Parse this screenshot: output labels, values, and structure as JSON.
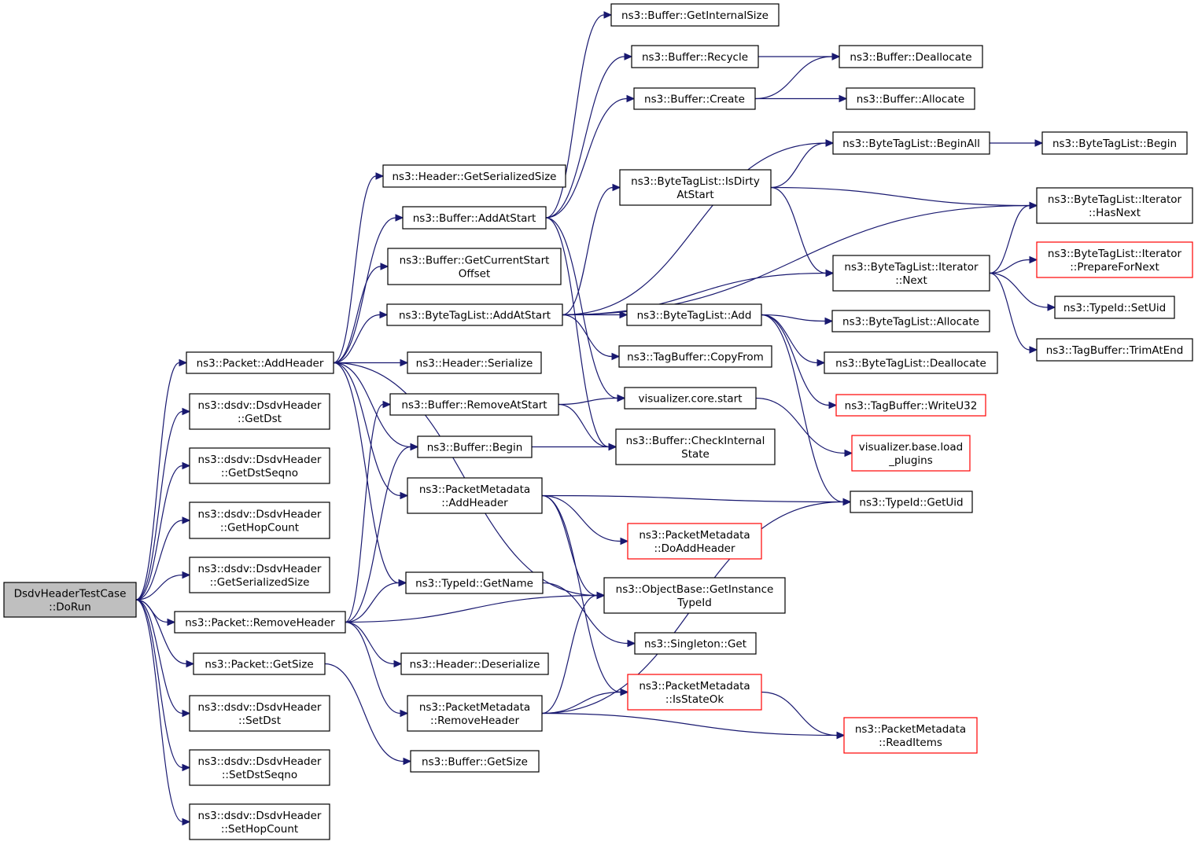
{
  "graph": {
    "nodes": [
      {
        "id": "root",
        "lines": [
          "DsdvHeaderTestCase",
          "::DoRun"
        ],
        "style": "root"
      },
      {
        "id": "addHeader",
        "lines": [
          "ns3::Packet::AddHeader"
        ]
      },
      {
        "id": "getDst",
        "lines": [
          "ns3::dsdv::DsdvHeader",
          "::GetDst"
        ]
      },
      {
        "id": "getDstSeqno",
        "lines": [
          "ns3::dsdv::DsdvHeader",
          "::GetDstSeqno"
        ]
      },
      {
        "id": "getHopCount",
        "lines": [
          "ns3::dsdv::DsdvHeader",
          "::GetHopCount"
        ]
      },
      {
        "id": "getSerSizeDsdv",
        "lines": [
          "ns3::dsdv::DsdvHeader",
          "::GetSerializedSize"
        ]
      },
      {
        "id": "removeHeader",
        "lines": [
          "ns3::Packet::RemoveHeader"
        ]
      },
      {
        "id": "pktGetSize",
        "lines": [
          "ns3::Packet::GetSize"
        ]
      },
      {
        "id": "setDst",
        "lines": [
          "ns3::dsdv::DsdvHeader",
          "::SetDst"
        ]
      },
      {
        "id": "setDstSeqno",
        "lines": [
          "ns3::dsdv::DsdvHeader",
          "::SetDstSeqno"
        ]
      },
      {
        "id": "setHopCount",
        "lines": [
          "ns3::dsdv::DsdvHeader",
          "::SetHopCount"
        ]
      },
      {
        "id": "hdrGetSerSize",
        "lines": [
          "ns3::Header::GetSerializedSize"
        ]
      },
      {
        "id": "bufAddAtStart",
        "lines": [
          "ns3::Buffer::AddAtStart"
        ]
      },
      {
        "id": "bufGetCurStartOff",
        "lines": [
          "ns3::Buffer::GetCurrentStart",
          "Offset"
        ]
      },
      {
        "id": "btlAddAtStart",
        "lines": [
          "ns3::ByteTagList::AddAtStart"
        ]
      },
      {
        "id": "hdrSerialize",
        "lines": [
          "ns3::Header::Serialize"
        ]
      },
      {
        "id": "bufRemoveAtStart",
        "lines": [
          "ns3::Buffer::RemoveAtStart"
        ]
      },
      {
        "id": "bufBegin",
        "lines": [
          "ns3::Buffer::Begin"
        ]
      },
      {
        "id": "pmAddHeader",
        "lines": [
          "ns3::PacketMetadata",
          "::AddHeader"
        ]
      },
      {
        "id": "typeIdGetName",
        "lines": [
          "ns3::TypeId::GetName"
        ]
      },
      {
        "id": "hdrDeserialize",
        "lines": [
          "ns3::Header::Deserialize"
        ]
      },
      {
        "id": "pmRemoveHeader",
        "lines": [
          "ns3::PacketMetadata",
          "::RemoveHeader"
        ]
      },
      {
        "id": "bufGetSize",
        "lines": [
          "ns3::Buffer::GetSize"
        ]
      },
      {
        "id": "bufGetInternalSize",
        "lines": [
          "ns3::Buffer::GetInternalSize"
        ]
      },
      {
        "id": "bufRecycle",
        "lines": [
          "ns3::Buffer::Recycle"
        ]
      },
      {
        "id": "bufCreate",
        "lines": [
          "ns3::Buffer::Create"
        ]
      },
      {
        "id": "btlIsDirty",
        "lines": [
          "ns3::ByteTagList::IsDirty",
          "AtStart"
        ]
      },
      {
        "id": "btlAdd",
        "lines": [
          "ns3::ByteTagList::Add"
        ]
      },
      {
        "id": "tbCopyFrom",
        "lines": [
          "ns3::TagBuffer::CopyFrom"
        ]
      },
      {
        "id": "vizStart",
        "lines": [
          "visualizer.core.start"
        ]
      },
      {
        "id": "bufCheckInternal",
        "lines": [
          "ns3::Buffer::CheckInternal",
          "State"
        ]
      },
      {
        "id": "pmDoAddHeader",
        "lines": [
          "ns3::PacketMetadata",
          "::DoAddHeader"
        ],
        "style": "red"
      },
      {
        "id": "objGetInstTypeId",
        "lines": [
          "ns3::ObjectBase::GetInstance",
          "TypeId"
        ]
      },
      {
        "id": "singletonGet",
        "lines": [
          "ns3::Singleton::Get"
        ]
      },
      {
        "id": "pmIsStateOk",
        "lines": [
          "ns3::PacketMetadata",
          "::IsStateOk"
        ],
        "style": "red"
      },
      {
        "id": "bufDeallocate",
        "lines": [
          "ns3::Buffer::Deallocate"
        ]
      },
      {
        "id": "bufAllocate",
        "lines": [
          "ns3::Buffer::Allocate"
        ]
      },
      {
        "id": "btlBeginAll",
        "lines": [
          "ns3::ByteTagList::BeginAll"
        ]
      },
      {
        "id": "btlIterNext",
        "lines": [
          "ns3::ByteTagList::Iterator",
          "::Next"
        ]
      },
      {
        "id": "btlAllocate",
        "lines": [
          "ns3::ByteTagList::Allocate"
        ]
      },
      {
        "id": "btlDeallocate",
        "lines": [
          "ns3::ByteTagList::Deallocate"
        ]
      },
      {
        "id": "tbWriteU32",
        "lines": [
          "ns3::TagBuffer::WriteU32"
        ],
        "style": "red"
      },
      {
        "id": "vizLoadPlugins",
        "lines": [
          "visualizer.base.load",
          "_plugins"
        ],
        "style": "red"
      },
      {
        "id": "typeIdGetUid",
        "lines": [
          "ns3::TypeId::GetUid"
        ]
      },
      {
        "id": "pmReadItems",
        "lines": [
          "ns3::PacketMetadata",
          "::ReadItems"
        ],
        "style": "red"
      },
      {
        "id": "btlBegin",
        "lines": [
          "ns3::ByteTagList::Begin"
        ]
      },
      {
        "id": "btlIterHasNext",
        "lines": [
          "ns3::ByteTagList::Iterator",
          "::HasNext"
        ]
      },
      {
        "id": "btlIterPrepare",
        "lines": [
          "ns3::ByteTagList::Iterator",
          "::PrepareForNext"
        ],
        "style": "red"
      },
      {
        "id": "typeIdSetUid",
        "lines": [
          "ns3::TypeId::SetUid"
        ]
      },
      {
        "id": "tbTrimAtEnd",
        "lines": [
          "ns3::TagBuffer::TrimAtEnd"
        ]
      }
    ],
    "edges": [
      [
        "root",
        "addHeader"
      ],
      [
        "root",
        "getDst"
      ],
      [
        "root",
        "getDstSeqno"
      ],
      [
        "root",
        "getHopCount"
      ],
      [
        "root",
        "getSerSizeDsdv"
      ],
      [
        "root",
        "removeHeader"
      ],
      [
        "root",
        "pktGetSize"
      ],
      [
        "root",
        "setDst"
      ],
      [
        "root",
        "setDstSeqno"
      ],
      [
        "root",
        "setHopCount"
      ],
      [
        "addHeader",
        "hdrGetSerSize"
      ],
      [
        "addHeader",
        "bufAddAtStart"
      ],
      [
        "addHeader",
        "bufGetCurStartOff"
      ],
      [
        "addHeader",
        "btlAddAtStart"
      ],
      [
        "addHeader",
        "hdrSerialize"
      ],
      [
        "addHeader",
        "bufBegin"
      ],
      [
        "addHeader",
        "pmAddHeader"
      ],
      [
        "addHeader",
        "typeIdGetName"
      ],
      [
        "addHeader",
        "objGetInstTypeId"
      ],
      [
        "removeHeader",
        "bufRemoveAtStart"
      ],
      [
        "removeHeader",
        "bufBegin"
      ],
      [
        "removeHeader",
        "typeIdGetName"
      ],
      [
        "removeHeader",
        "objGetInstTypeId"
      ],
      [
        "removeHeader",
        "hdrDeserialize"
      ],
      [
        "removeHeader",
        "pmRemoveHeader"
      ],
      [
        "pktGetSize",
        "bufGetSize"
      ],
      [
        "bufAddAtStart",
        "bufGetInternalSize"
      ],
      [
        "bufAddAtStart",
        "bufRecycle"
      ],
      [
        "bufAddAtStart",
        "bufCreate"
      ],
      [
        "bufAddAtStart",
        "vizStart"
      ],
      [
        "bufAddAtStart",
        "bufCheckInternal"
      ],
      [
        "btlAddAtStart",
        "btlIsDirty"
      ],
      [
        "btlAddAtStart",
        "btlIterHasNext"
      ],
      [
        "btlAddAtStart",
        "btlIterNext"
      ],
      [
        "btlAddAtStart",
        "btlAdd"
      ],
      [
        "btlAddAtStart",
        "tbCopyFrom"
      ],
      [
        "btlAddAtStart",
        "btlBeginAll"
      ],
      [
        "bufRemoveAtStart",
        "vizStart"
      ],
      [
        "bufRemoveAtStart",
        "bufCheckInternal"
      ],
      [
        "bufBegin",
        "bufCheckInternal"
      ],
      [
        "pmAddHeader",
        "typeIdGetUid"
      ],
      [
        "pmAddHeader",
        "pmDoAddHeader"
      ],
      [
        "pmAddHeader",
        "objGetInstTypeId"
      ],
      [
        "pmAddHeader",
        "pmIsStateOk"
      ],
      [
        "typeIdGetName",
        "singletonGet"
      ],
      [
        "pmRemoveHeader",
        "objGetInstTypeId"
      ],
      [
        "pmRemoveHeader",
        "pmIsStateOk"
      ],
      [
        "pmRemoveHeader",
        "typeIdGetUid"
      ],
      [
        "pmRemoveHeader",
        "pmReadItems"
      ],
      [
        "bufRecycle",
        "bufDeallocate"
      ],
      [
        "bufCreate",
        "bufDeallocate"
      ],
      [
        "bufCreate",
        "bufAllocate"
      ],
      [
        "btlIsDirty",
        "btlBeginAll"
      ],
      [
        "btlIsDirty",
        "btlIterHasNext"
      ],
      [
        "btlIsDirty",
        "btlIterNext"
      ],
      [
        "btlAdd",
        "btlAllocate"
      ],
      [
        "btlAdd",
        "btlDeallocate"
      ],
      [
        "btlAdd",
        "tbWriteU32"
      ],
      [
        "btlAdd",
        "typeIdGetUid"
      ],
      [
        "vizStart",
        "vizLoadPlugins"
      ],
      [
        "pmIsStateOk",
        "pmReadItems"
      ],
      [
        "btlBeginAll",
        "btlBegin"
      ],
      [
        "btlIterNext",
        "btlIterHasNext"
      ],
      [
        "btlIterNext",
        "btlIterPrepare"
      ],
      [
        "btlIterNext",
        "typeIdSetUid"
      ],
      [
        "btlIterNext",
        "tbTrimAtEnd"
      ]
    ]
  }
}
